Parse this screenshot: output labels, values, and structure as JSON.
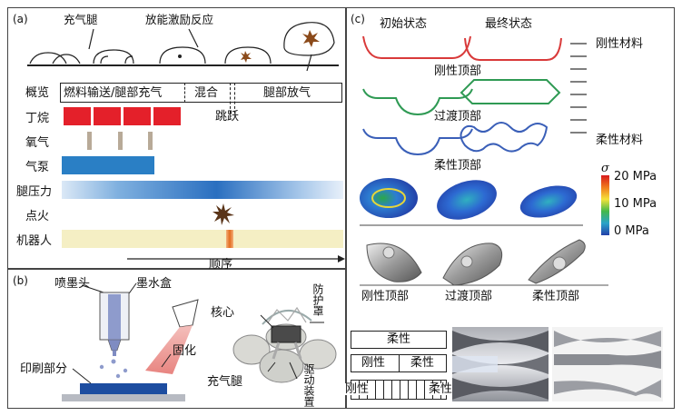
{
  "panel_a": {
    "tag": "(a)",
    "top_labels": {
      "inflated_leg": "充气腿",
      "exo_reaction": "放能激励反应"
    },
    "overview": {
      "label": "概览",
      "seg1": "燃料输送/腿部充气",
      "seg2": "混合",
      "seg3": "腿部放气",
      "jump": "跳跃"
    },
    "rows": {
      "butane": "丁烷",
      "oxygen": "氧气",
      "pump": "气泵",
      "leg_pressure": "腿压力",
      "ignition": "点火",
      "robot": "机器人"
    },
    "axis": "顺序",
    "colors": {
      "butane": "#e4202a",
      "oxygen": "#b8aa98",
      "pump": "#2a7fc5",
      "robot": "#f5efc4",
      "spark": "#e36b1e"
    }
  },
  "panel_b": {
    "tag": "(b)",
    "labels": {
      "nozzle": "喷墨头",
      "cartridge": "墨水盒",
      "printed_part": "印刷部分",
      "curing": "固化",
      "core": "核心",
      "shield": "防护罩",
      "leg": "充气腿",
      "actuator": "驱动装置"
    }
  },
  "panel_c": {
    "tag": "(c)",
    "state_initial": "初始状态",
    "state_final": "最终状态",
    "rigid_top": "刚性顶部",
    "transition_top": "过渡顶部",
    "soft_top": "柔性顶部",
    "rigid_material": "刚性材料",
    "soft_material": "柔性材料",
    "sigma": "σ",
    "scale": [
      "20 MPa",
      "10 MPa",
      "0 MPa"
    ],
    "bottom_labels": {
      "rigid": "刚性顶部",
      "transition": "过渡顶部",
      "soft": "柔性顶部"
    },
    "strips": {
      "soft": "柔性",
      "rigid1": "刚性",
      "soft2": "柔性",
      "rigid3": "刚性",
      "soft3": "柔性"
    }
  }
}
